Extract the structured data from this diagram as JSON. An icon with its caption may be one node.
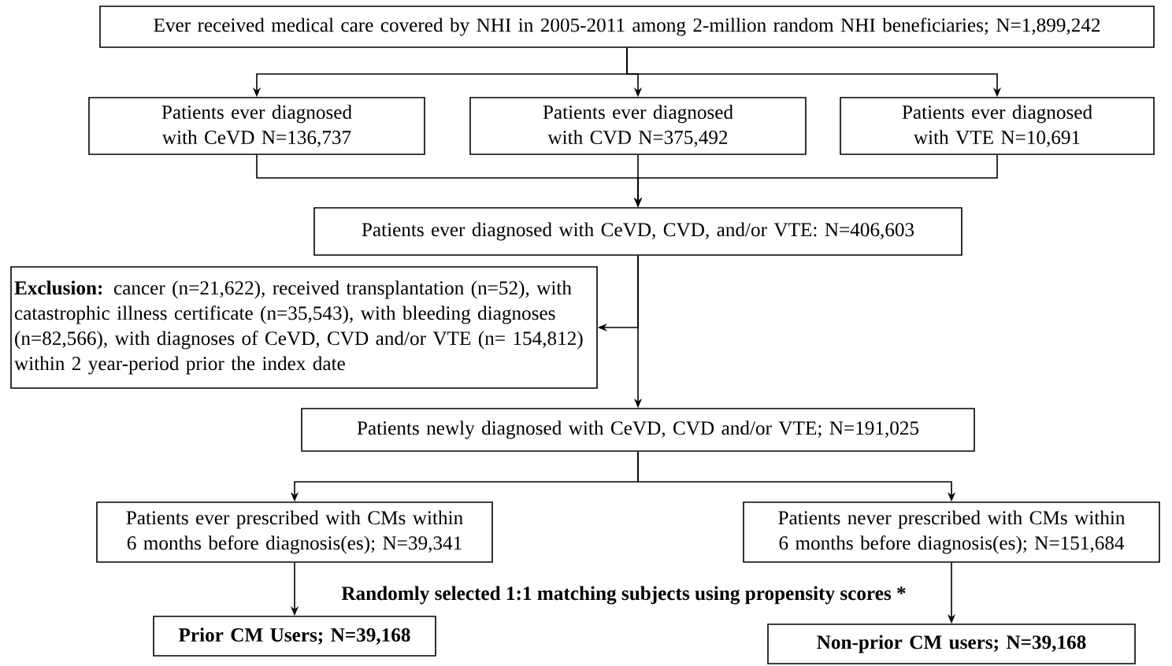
{
  "diagram": {
    "nodes": [
      {
        "text": [
          "Ever received medical care covered by NHI in 2005-2011 among 2-million random NHI beneficiaries; N=1,899,242"
        ]
      },
      {
        "text": [
          "Patients ever diagnosed with CeVD N=136,737"
        ]
      },
      {
        "text": [
          "Patients ever diagnosed with CVD N=375,492"
        ]
      },
      {
        "text": [
          "Patients ever diagnosed with VTE N=10,691"
        ]
      },
      {
        "text": [
          "Patients ever diagnosed with CeVD, CVD, and/or VTE: N=406,603"
        ]
      },
      {
        "text": [
          "**Exclusion:** cancer (n=21,622), received transplantation (n=52), with catastrophic illness certificate (n=35,543), with bleeding diagnoses (n=82,566), with diagnoses of CeVD, CVD and/or VTE (n= 154,812) within 2 year-period prior the index date"
        ]
      },
      {
        "text": [
          "Patients newly diagnosed with CeVD, CVD and/or VTE; N=191,025"
        ]
      },
      {
        "text": [
          "Patients ever prescribed with CMs within 6 months before diagnosis(es); N=39,341"
        ]
      },
      {
        "text": [
          "Patients never prescribed with CMs within 6 months before diagnosis(es); N=151,684"
        ]
      },
      {
        "text": [
          "Prior CM Users; N=39,168"
        ]
      },
      {
        "text": [
          "Non-prior CM users; N=39,168"
        ]
      }
    ],
    "edges": [
      {
        "from": 0,
        "to": 1,
        "arrow": "to"
      },
      {
        "from": 0,
        "to": 2,
        "arrow": "to"
      },
      {
        "from": 0,
        "to": 3,
        "arrow": "to"
      },
      {
        "from": 1,
        "to": 4,
        "arrow": "to"
      },
      {
        "from": 2,
        "to": 4,
        "arrow": "to"
      },
      {
        "from": 3,
        "to": 4,
        "arrow": "to"
      },
      {
        "from": 4,
        "to": 5,
        "arrow": "to"
      },
      {
        "from": 4,
        "to": 6,
        "arrow": "to"
      },
      {
        "from": 6,
        "to": 7,
        "arrow": "to"
      },
      {
        "from": 6,
        "to": 8,
        "arrow": "to"
      },
      {
        "from": 7,
        "to": 9,
        "arrow": "to",
        "label": "Randomly selected 1:1 matching subjects using propensity scores *"
      },
      {
        "from": 8,
        "to": 10,
        "arrow": "to"
      }
    ]
  }
}
